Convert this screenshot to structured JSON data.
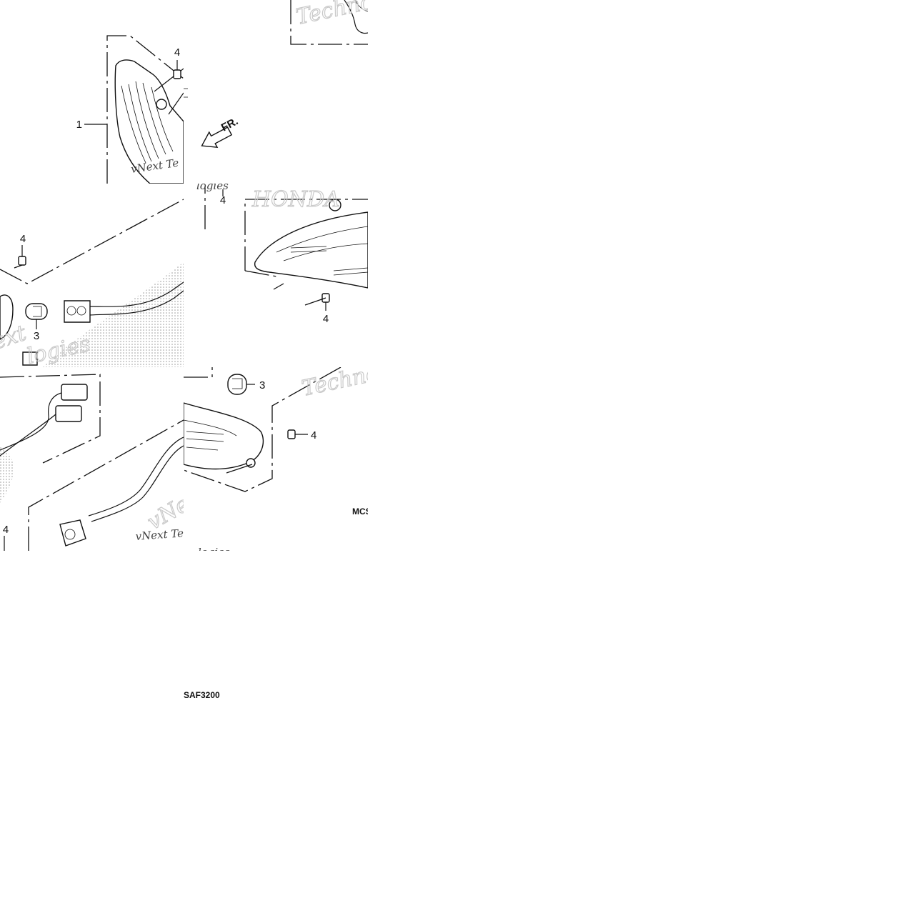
{
  "diagram": {
    "callouts": {
      "part_1": "1",
      "part_3": "3",
      "part_4": "4"
    },
    "front_marker": "FR.",
    "codes": {
      "mcs": "MCS",
      "saf": "SAF3200"
    },
    "watermarks": {
      "techno": "Techno",
      "next": "vNext Te",
      "next_full": "vNext Technologies",
      "logies": "logies",
      "ext": "ext",
      "brand": "HONDA"
    }
  },
  "colors": {
    "line": "#111111",
    "stipple": "#9a9a9a",
    "watermark": "#c9c9c9"
  }
}
